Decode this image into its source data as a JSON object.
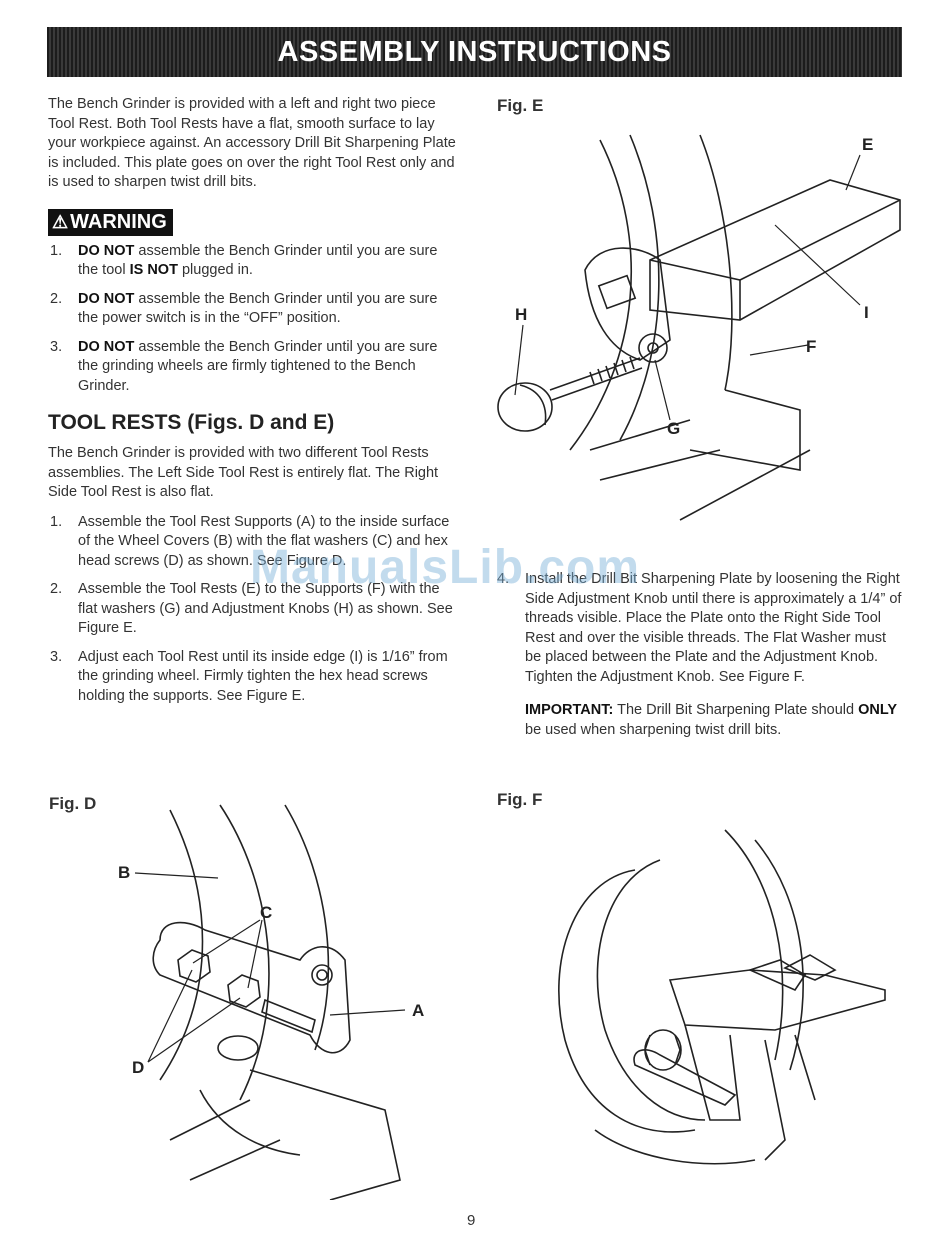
{
  "header": {
    "title": "ASSEMBLY INSTRUCTIONS"
  },
  "intro": "The Bench Grinder is provided with a left and right two piece Tool Rest. Both Tool Rests have a flat, smooth surface to lay your workpiece against. An accessory Drill Bit Sharpening Plate is included. This plate goes on over the right Tool Rest only and is used to sharpen twist drill bits.",
  "warning": {
    "label": "WARNING",
    "items": [
      {
        "num": "1.",
        "bold": "DO NOT",
        "text1": " assemble the Bench Grinder until you are sure the tool ",
        "bold2": "IS NOT",
        "text2": " plugged in."
      },
      {
        "num": "2.",
        "bold": "DO NOT",
        "text1": " assemble the Bench Grinder until you are sure the power switch is in the “OFF” position."
      },
      {
        "num": "3.",
        "bold": "DO NOT",
        "text1": " assemble the Bench Grinder until you are sure the grinding wheels are firmly tightened to the Bench Grinder."
      }
    ]
  },
  "tool_rests": {
    "heading": "TOOL RESTS (Figs. D and E)",
    "intro": "The Bench Grinder is provided with two different Tool Rests assemblies. The Left Side Tool Rest is entirely flat. The Right Side Tool Rest is also flat.",
    "steps": [
      {
        "num": "1.",
        "text": "Assemble the Tool Rest Supports (A) to the inside surface of the Wheel Covers (B) with the flat washers (C) and hex head screws (D) as shown. See Figure D."
      },
      {
        "num": "2.",
        "text": "Assemble the Tool Rests (E) to the Supports (F) with the flat washers (G) and Adjustment Knobs (H) as shown. See Figure E."
      },
      {
        "num": "3.",
        "text": "Adjust each Tool Rest until its inside edge (I) is 1/16” from the grinding wheel. Firmly tighten the hex head screws holding the supports. See Figure E."
      }
    ],
    "step4": {
      "num": "4.",
      "text": "Install the Drill Bit Sharpening Plate by loosening the Right Side Adjustment Knob until there is approximately a 1/4” of threads visible. Place the Plate onto the Right Side Tool Rest and over the visible threads. The Flat Washer must be placed between the Plate and the Adjustment Knob. Tighten the Adjustment Knob. See Figure F."
    },
    "important": {
      "label": "IMPORTANT:",
      "text1": " The Drill Bit Sharpening Plate should ",
      "bold2": "ONLY",
      "text2": " be used when sharpening twist drill bits."
    }
  },
  "figures": {
    "fig_e": {
      "title": "Fig. E",
      "labels": {
        "e": "E",
        "h": "H",
        "i": "I",
        "f": "F",
        "g": "G"
      }
    },
    "fig_d": {
      "title": "Fig. D",
      "labels": {
        "b": "B",
        "c": "C",
        "a": "A",
        "d": "D"
      }
    },
    "fig_f": {
      "title": "Fig. F"
    }
  },
  "watermark": "ManualsLib.com",
  "page_number": "9"
}
